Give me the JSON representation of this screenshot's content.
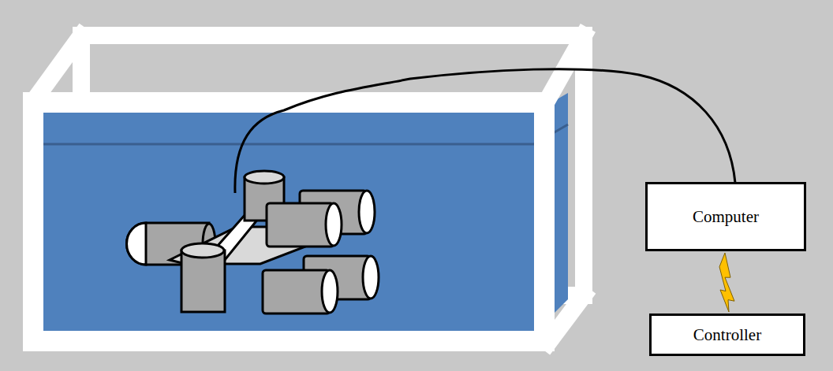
{
  "diagram": {
    "nodes": [
      {
        "text": [
          "Computer"
        ]
      },
      {
        "text": [
          "Controller"
        ]
      }
    ],
    "edges": [
      {
        "from": 1,
        "to": 0,
        "arrow": "none"
      }
    ]
  }
}
